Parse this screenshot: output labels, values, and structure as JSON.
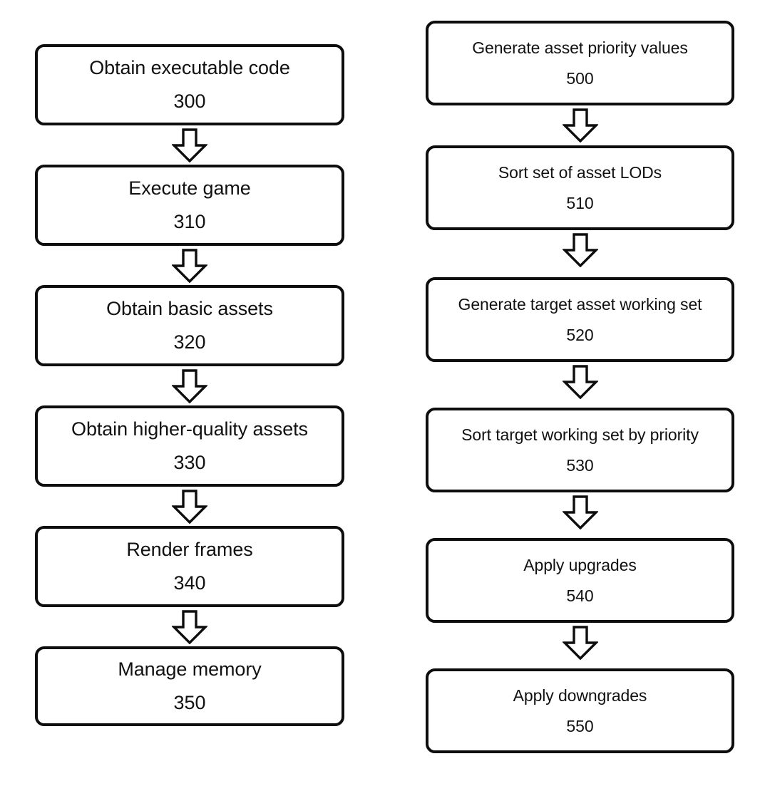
{
  "diagram": {
    "type": "flowchart",
    "orientation": "two-column-vertical",
    "background_color": "#ffffff",
    "stroke_color": "#0d0d0d",
    "connector_icon": "down-arrow-icon",
    "columns": [
      {
        "id": "left",
        "name": "game-execution-flow",
        "nodes": [
          {
            "label": "Obtain executable code",
            "ref": "300"
          },
          {
            "label": "Execute game",
            "ref": "310"
          },
          {
            "label": "Obtain basic assets",
            "ref": "320"
          },
          {
            "label": "Obtain higher-quality assets",
            "ref": "330"
          },
          {
            "label": "Render frames",
            "ref": "340"
          },
          {
            "label": "Manage memory",
            "ref": "350"
          }
        ]
      },
      {
        "id": "right",
        "name": "asset-priority-flow",
        "nodes": [
          {
            "label": "Generate asset priority values",
            "ref": "500"
          },
          {
            "label": "Sort set of asset LODs",
            "ref": "510"
          },
          {
            "label": "Generate target asset working set",
            "ref": "520"
          },
          {
            "label": "Sort target working set by priority",
            "ref": "530"
          },
          {
            "label": "Apply upgrades",
            "ref": "540"
          },
          {
            "label": "Apply downgrades",
            "ref": "550"
          }
        ]
      }
    ]
  }
}
